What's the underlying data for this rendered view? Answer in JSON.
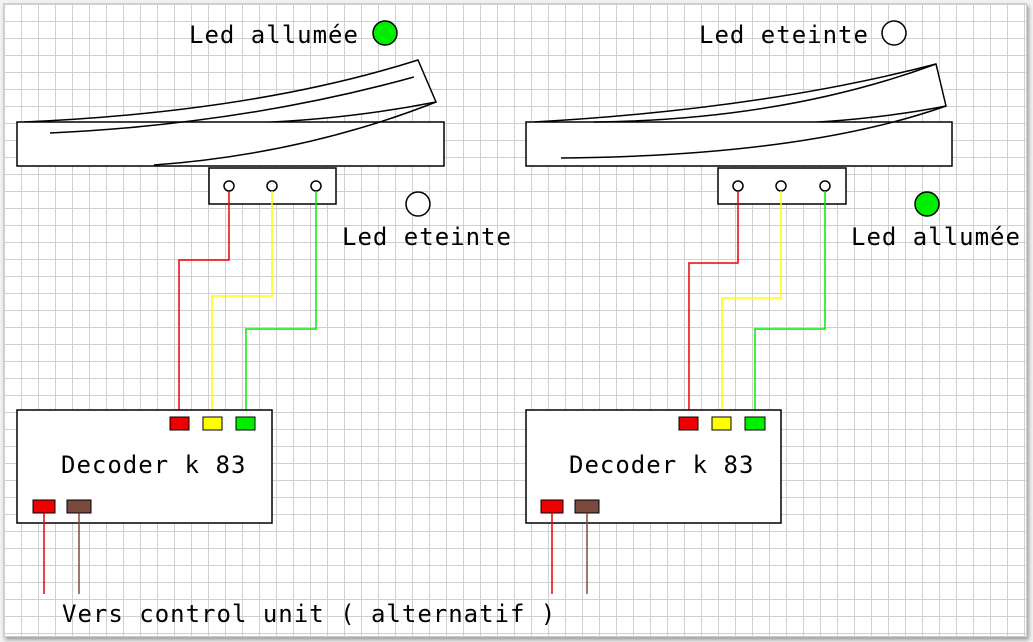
{
  "left": {
    "top_led_label": "Led allumée",
    "side_led_label": "Led eteinte",
    "decoder_label": "Decoder k 83",
    "top_led_color": "#00ee00",
    "side_led_color": "#ffffff"
  },
  "right": {
    "top_led_label": "Led eteinte",
    "side_led_label": "Led allumée",
    "decoder_label": "Decoder k 83",
    "top_led_color": "#ffffff",
    "side_led_color": "#00ee00"
  },
  "footer_label": "Vers control unit ( alternatif )",
  "colors": {
    "red": "#ee0000",
    "yellow": "#ffff00",
    "green": "#00ee00",
    "brown": "#7a4a3e",
    "outline": "#000000"
  }
}
